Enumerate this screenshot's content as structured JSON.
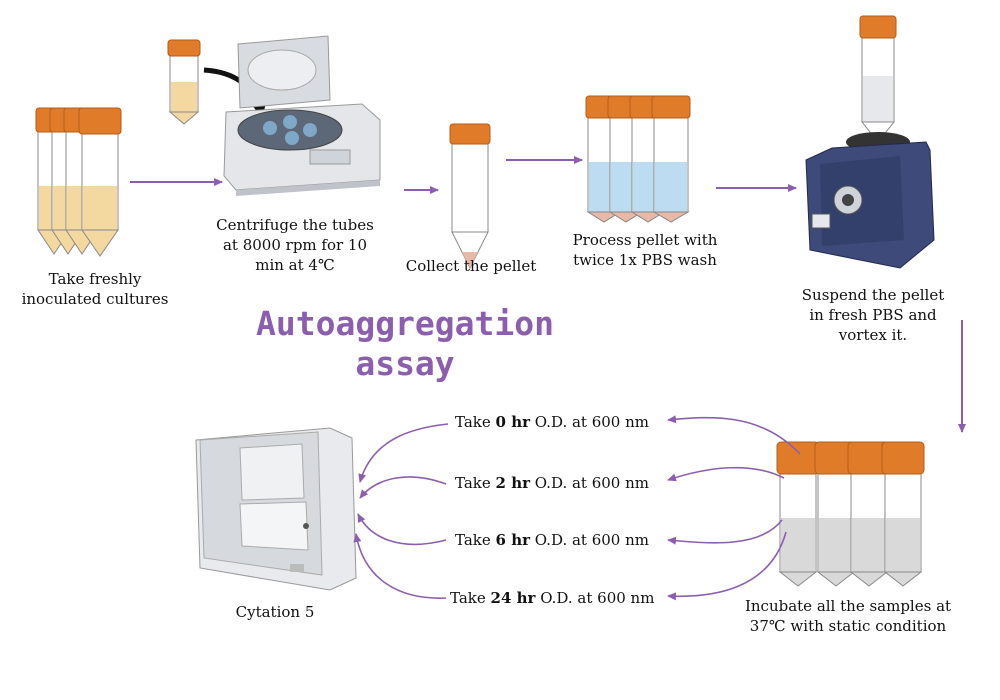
{
  "title": {
    "line1": "Autoaggregation",
    "line2": "assay"
  },
  "steps": [
    {
      "line1": "Take freshly",
      "line2": "inoculated cultures"
    },
    {
      "line1": "Centrifuge the tubes",
      "line2": "at 8000 rpm for 10",
      "line3": "min at 4℃"
    },
    {
      "line1": "Collect the pellet"
    },
    {
      "line1": "Process pellet with",
      "line2": "twice 1x PBS wash"
    },
    {
      "line1": "Suspend the pellet",
      "line2": "in fresh PBS and",
      "line3": "vortex it."
    },
    {
      "line1": "Incubate all the samples at",
      "line2": "37℃ with static condition"
    },
    {
      "line1": "Cytation 5"
    }
  ],
  "readings": [
    {
      "pre": "Take ",
      "time": "0 hr",
      "post": " O.D. at 600 nm"
    },
    {
      "pre": "Take ",
      "time": "2 hr",
      "post": " O.D. at 600 nm"
    },
    {
      "pre": "Take ",
      "time": "6 hr",
      "post": " O.D. at 600 nm"
    },
    {
      "pre": "Take ",
      "time": "24 hr",
      "post": " O.D. at 600 nm"
    }
  ],
  "colors": {
    "arrow": "#8c5fae",
    "title": "#8c5fae",
    "cap": "#e07b2a",
    "culture": "#f3d9a0",
    "pbs": "#bcdcf2",
    "pellet": "#e8b8a8",
    "sample": "#d9d9d9",
    "vortex_body": "#3d4a7a"
  },
  "icons": [
    "tube-icon",
    "centrifuge-icon",
    "vortex-icon",
    "plate-reader-icon"
  ]
}
